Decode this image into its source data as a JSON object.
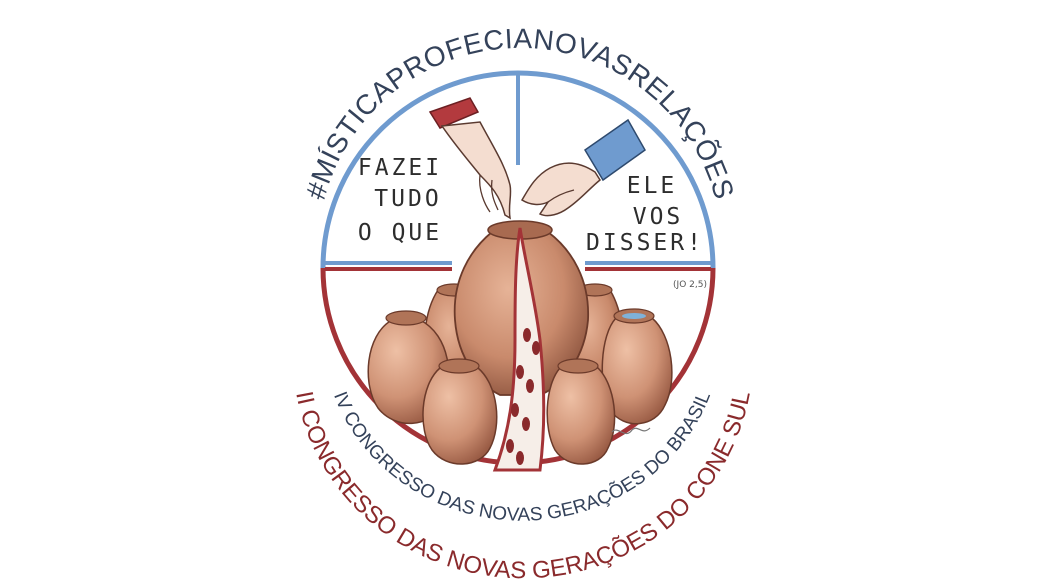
{
  "emblem": {
    "hashtag": "#MÍSTICAPROFECIANOVASRELAÇÕES",
    "left_phrase": [
      "FAZEI",
      "TUDO",
      "O QUE"
    ],
    "right_phrase": [
      "ELE",
      "VOS",
      "DISSER!"
    ],
    "reference": "(JO 2,5)",
    "congress_line_1": "IV CONGRESSO DAS NOVAS GERAÇÕES DO BRASIL",
    "congress_line_2": "II CONGRESSO DAS NOVAS GERAÇÕES DO CONE SUL",
    "colors": {
      "blue": "#6f9bcf",
      "red": "#a33337",
      "navy_text": "#34425a",
      "maroon_text": "#8a2a2c",
      "clay": "#c98a6c",
      "clay_dark": "#9a5c45",
      "background": "#ffffff"
    },
    "icons": [
      "left-hand-icon",
      "right-hand-icon",
      "water-jars-illustration",
      "footprints-path",
      "artist-signature"
    ]
  }
}
